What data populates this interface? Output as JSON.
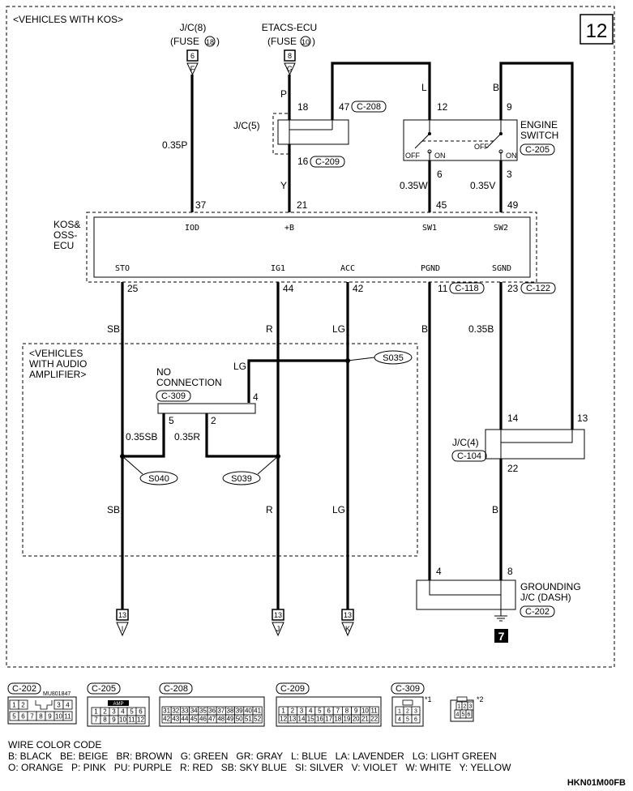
{
  "page": {
    "number": "12",
    "code": "HKN01M00FB"
  },
  "sections": {
    "vehicles_kos": "<VEHICLES WITH KOS>",
    "audio_amp_1": "<VEHICLES",
    "audio_amp_2": "WITH AUDIO",
    "audio_amp_3": "AMPLIFIER>"
  },
  "sources": {
    "jc8_1": "J/C(8)",
    "jc8_2": "(FUSE",
    "jc8_fuse": "18",
    "jc8_close": ")",
    "jc8_pin": "6",
    "jc8_letter": "F",
    "etacs_1": "ETACS-ECU",
    "etacs_2": "(FUSE",
    "etacs_fuse": "10",
    "etacs_close": ")",
    "etacs_pin": "8",
    "etacs_letter": "G"
  },
  "jc5": {
    "label": "J/C(5)",
    "pin_in": "18",
    "pin_top": "47",
    "conn_top": "C-208",
    "pin_out": "16",
    "conn_out": "C-209"
  },
  "engine_switch": {
    "label_1": "ENGINE",
    "label_2": "SWITCH",
    "conn": "C-205",
    "pin_a": "12",
    "pin_b": "9",
    "pin_c": "6",
    "pin_d": "3",
    "off": "OFF",
    "on": "ON"
  },
  "ecu": {
    "label_1": "KOS&",
    "label_2": "OSS-",
    "label_3": "ECU",
    "top": {
      "iod": "IOD",
      "b": "+B",
      "sw1": "SW1",
      "sw2": "SW2",
      "p37": "37",
      "p21": "21",
      "p45": "45",
      "p49": "49"
    },
    "bottom": {
      "sto": "STO",
      "ig1": "IG1",
      "acc": "ACC",
      "pgnd": "PGND",
      "sgnd": "SGND",
      "p25": "25",
      "p44": "44",
      "p42": "42",
      "p11": "11",
      "p23": "23",
      "c118": "C-118",
      "c122": "C-122"
    }
  },
  "wires": {
    "w035p": "0.35P",
    "p": "P",
    "y": "Y",
    "l": "L",
    "b": "B",
    "w035w": "0.35W",
    "w035v": "0.35V",
    "sb": "SB",
    "r": "R",
    "lg": "LG",
    "b2": "B",
    "w035b": "0.35B",
    "lg2": "LG",
    "w035sb": "0.35SB",
    "w035r": "0.35R",
    "sb2": "SB",
    "r2": "R",
    "lg3": "LG",
    "b3": "B"
  },
  "no_connection": {
    "label_1": "NO",
    "label_2": "CONNECTION",
    "conn": "C-309",
    "p5": "5",
    "p2": "2",
    "p4": "4"
  },
  "splices": {
    "s035": "S035",
    "s040": "S040",
    "s039": "S039"
  },
  "jc4": {
    "label": "J/C(4)",
    "conn": "C-104",
    "p14": "14",
    "p13": "13",
    "p22": "22"
  },
  "grounding": {
    "label_1": "GROUNDING",
    "label_2": "J/C (DASH)",
    "conn": "C-202",
    "p4": "4",
    "p8": "8",
    "ground_num": "7"
  },
  "outputs": {
    "pin": "13",
    "i": "I",
    "j": "J",
    "k": "K"
  },
  "connectors_legend": {
    "c202": "C-202",
    "c202_part": "MU801847",
    "c202_row1": [
      "1",
      "2",
      "3",
      "4"
    ],
    "c202_row2": [
      "5",
      "6",
      "7",
      "8",
      "9",
      "10",
      "11"
    ],
    "c205": "C-205",
    "c205_amp": "AMP",
    "c205_row1": [
      "1",
      "2",
      "3",
      "4",
      "5",
      "6"
    ],
    "c205_row2": [
      "7",
      "8",
      "9",
      "10",
      "11",
      "12"
    ],
    "c208": "C-208",
    "c208_row1": [
      "31",
      "32",
      "33",
      "34",
      "35",
      "36",
      "37",
      "38",
      "39",
      "40",
      "41"
    ],
    "c208_row2": [
      "42",
      "43",
      "44",
      "45",
      "46",
      "47",
      "48",
      "49",
      "50",
      "51",
      "52"
    ],
    "c209": "C-209",
    "c209_row1": [
      "1",
      "2",
      "3",
      "4",
      "5",
      "6",
      "7",
      "8",
      "9",
      "10",
      "11"
    ],
    "c209_row2": [
      "12",
      "13",
      "14",
      "15",
      "16",
      "17",
      "18",
      "19",
      "20",
      "21",
      "22"
    ],
    "c309": "C-309",
    "c309_row1": [
      "1",
      "2",
      "3"
    ],
    "c309_row2": [
      "4",
      "5",
      "6"
    ],
    "star1": "*1",
    "star2": "*2",
    "s2_row1": [
      "1",
      "2",
      "3"
    ],
    "s2_row2": [
      "4",
      "5",
      "6"
    ]
  },
  "wire_color_code": {
    "title": "WIRE COLOR CODE",
    "line1": "B: BLACK   BE: BEIGE   BR: BROWN   G: GREEN   GR: GRAY   L: BLUE   LA: LAVENDER   LG: LIGHT GREEN",
    "line2": "O: ORANGE   P: PINK   PU: PURPLE   R: RED   SB: SKY BLUE   SI: SILVER   V: VIOLET   W: WHITE   Y: YELLOW"
  }
}
